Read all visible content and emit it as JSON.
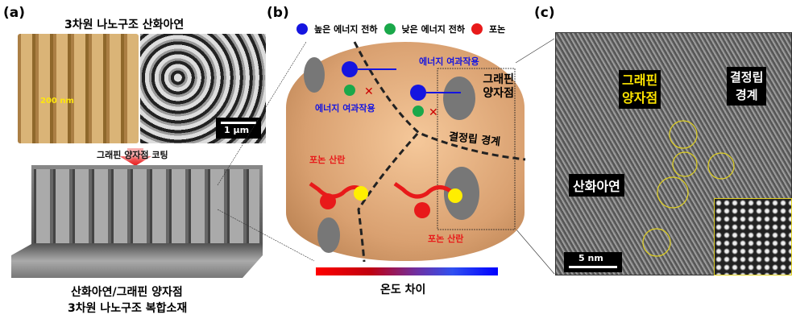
{
  "panels": {
    "a": {
      "label": "(a)",
      "title": "3차원 나노구조 산화아연",
      "scale_200": "200 nm",
      "scale_1um": "1 µm",
      "coating": "그래핀 양자점 코팅",
      "caption_line1": "산화아연/그래핀 양자점",
      "caption_line2": "3차원 나노구조 복합소재"
    },
    "b": {
      "label": "(b)",
      "legend": [
        {
          "label": "높은 에너지 전하",
          "color": "#1515e0"
        },
        {
          "label": "낮은 에너지 전하",
          "color": "#1aa84a"
        },
        {
          "label": "포논",
          "color": "#e81a1a"
        }
      ],
      "energy_filter_1": "에너지 여과작용",
      "energy_filter_2": "에너지 여과작용",
      "gqd": "그래핀 양자점",
      "grain_boundary": "결정립 경계",
      "phonon_scatter_1": "포논 산란",
      "phonon_scatter_2": "포논 산란",
      "colorbar_label": "온도 차이"
    },
    "c": {
      "label": "(c)",
      "gqd_line1": "그래핀",
      "gqd_line2": "양자점",
      "gb_line1": "결정립",
      "gb_line2": "경계",
      "zno": "산화아연",
      "scale": "5 nm"
    }
  }
}
